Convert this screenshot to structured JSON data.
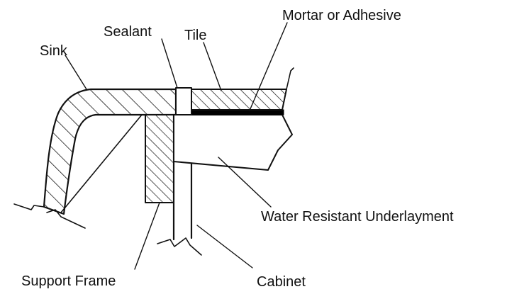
{
  "labels": {
    "sink": "Sink",
    "sealant": "Sealant",
    "tile": "Tile",
    "mortar": "Mortar or Adhesive",
    "underlayment": "Water Resistant Underlayment",
    "support_frame": "Support Frame",
    "cabinet": "Cabinet"
  }
}
